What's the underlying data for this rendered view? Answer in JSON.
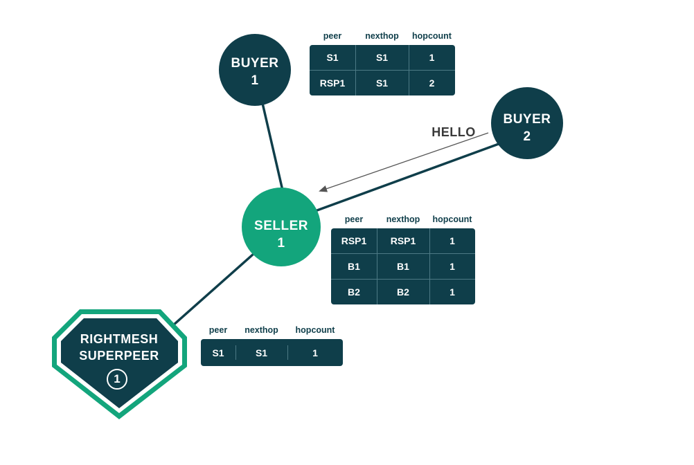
{
  "nodes": {
    "buyer1": {
      "line1": "BUYER",
      "line2": "1"
    },
    "buyer2": {
      "line1": "BUYER",
      "line2": "2"
    },
    "seller1": {
      "line1": "SELLER",
      "line2": "1"
    },
    "superpeer": {
      "line1": "RIGHTMESH",
      "line2": "SUPERPEER",
      "badge": "1"
    }
  },
  "message": "HELLO",
  "tables": {
    "buyer1": {
      "headers": [
        "peer",
        "nexthop",
        "hopcount"
      ],
      "rows": [
        [
          "S1",
          "S1",
          "1"
        ],
        [
          "RSP1",
          "S1",
          "2"
        ]
      ]
    },
    "seller1": {
      "headers": [
        "peer",
        "nexthop",
        "hopcount"
      ],
      "rows": [
        [
          "RSP1",
          "RSP1",
          "1"
        ],
        [
          "B1",
          "B1",
          "1"
        ],
        [
          "B2",
          "B2",
          "1"
        ]
      ]
    },
    "superpeer": {
      "headers": [
        "peer",
        "nexthop",
        "hopcount"
      ],
      "rows": [
        [
          "S1",
          "S1",
          "1"
        ]
      ]
    }
  },
  "colors": {
    "dark_teal": "#0f3e4a",
    "green": "#13a57c",
    "arrow": "#555555"
  }
}
